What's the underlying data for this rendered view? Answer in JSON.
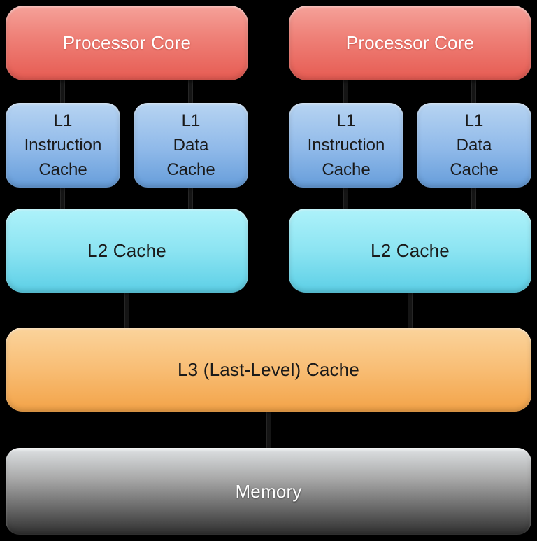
{
  "colors": {
    "background": "#000000",
    "core_top": "#F5A29A",
    "core_bottom": "#E65B52",
    "core_text": "#FFFFFF",
    "l1_top": "#B7D4F2",
    "l1_bottom": "#669DDA",
    "l2_top": "#AEF2FA",
    "l2_bottom": "#5CCFE6",
    "l3_top": "#FBD49C",
    "l3_bottom": "#F3A348",
    "memory_top": "#D6D9DB",
    "memory_bottom": "#2E2E2E",
    "cache_text": "#1A1A1A",
    "memory_text": "#FFFFFF",
    "connector": "#151515"
  },
  "nodes": {
    "cores": [
      {
        "label": "Processor Core"
      },
      {
        "label": "Processor Core"
      }
    ],
    "l1_caches": [
      {
        "lines": [
          "L1",
          "Instruction",
          "Cache"
        ]
      },
      {
        "lines": [
          "L1",
          "Data",
          "Cache"
        ]
      },
      {
        "lines": [
          "L1",
          "Instruction",
          "Cache"
        ]
      },
      {
        "lines": [
          "L1",
          "Data",
          "Cache"
        ]
      }
    ],
    "l2_caches": [
      {
        "label": "L2 Cache"
      },
      {
        "label": "L2 Cache"
      }
    ],
    "l3_cache": {
      "label": "L3 (Last-Level) Cache"
    },
    "memory": {
      "label": "Memory"
    }
  },
  "edges": [
    {
      "from": "processor-core-1",
      "to": "l1-instruction-cache-1"
    },
    {
      "from": "processor-core-1",
      "to": "l1-data-cache-1"
    },
    {
      "from": "processor-core-2",
      "to": "l1-instruction-cache-2"
    },
    {
      "from": "processor-core-2",
      "to": "l1-data-cache-2"
    },
    {
      "from": "l1-instruction-cache-1",
      "to": "l2-cache-1"
    },
    {
      "from": "l1-data-cache-1",
      "to": "l2-cache-1"
    },
    {
      "from": "l1-instruction-cache-2",
      "to": "l2-cache-2"
    },
    {
      "from": "l1-data-cache-2",
      "to": "l2-cache-2"
    },
    {
      "from": "l2-cache-1",
      "to": "l3-cache"
    },
    {
      "from": "l2-cache-2",
      "to": "l3-cache"
    },
    {
      "from": "l3-cache",
      "to": "memory"
    }
  ]
}
